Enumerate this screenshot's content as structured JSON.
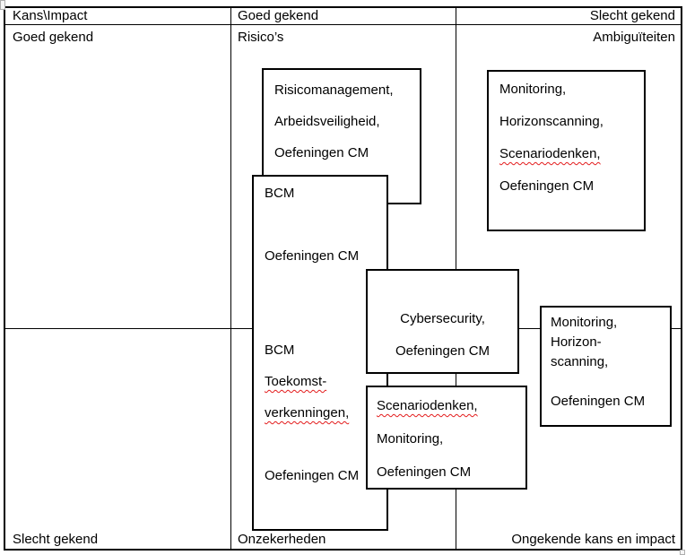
{
  "matrix": {
    "header": {
      "corner": "Kans\\Impact",
      "col_goed": "Goed gekend",
      "col_slecht": "Slecht gekend"
    },
    "rows": {
      "top": {
        "label": "Goed gekend",
        "goed_cell": "Risico’s",
        "slecht_cell": "Ambiguïteiten"
      },
      "bottom": {
        "label": "Slecht gekend",
        "goed_cell": "Onzekerheden",
        "slecht_cell": "Ongekende kans en impact"
      }
    }
  },
  "boxes": [
    {
      "id": "risk",
      "lines": [
        {
          "text": "Risicomanagement,",
          "misspelled": false
        },
        {
          "text": "Arbeidsveiligheid,",
          "misspelled": false
        },
        {
          "text": "Oefeningen CM",
          "misspelled": false
        }
      ]
    },
    {
      "id": "bcm",
      "lines": [
        {
          "text": "BCM",
          "misspelled": false
        },
        {
          "text": "",
          "misspelled": false
        },
        {
          "text": "Oefeningen CM",
          "misspelled": false
        },
        {
          "text": "",
          "misspelled": false
        },
        {
          "text": "",
          "misspelled": false
        },
        {
          "text": "BCM",
          "misspelled": false
        },
        {
          "text": "Toekomst-",
          "misspelled": true
        },
        {
          "text": "verkenningen,",
          "misspelled": true
        },
        {
          "text": "",
          "misspelled": false
        },
        {
          "text": "Oefeningen CM",
          "misspelled": false
        }
      ]
    },
    {
      "id": "topright",
      "lines": [
        {
          "text": "Monitoring,",
          "misspelled": false
        },
        {
          "text": "Horizonscanning,",
          "misspelled": false
        },
        {
          "text": "Scenariodenken,",
          "misspelled": true
        },
        {
          "text": "Oefeningen CM",
          "misspelled": false
        }
      ]
    },
    {
      "id": "cyber",
      "lines": [
        {
          "text": "Cybersecurity,",
          "misspelled": false
        },
        {
          "text": "Oefeningen CM",
          "misspelled": false
        }
      ]
    },
    {
      "id": "scen",
      "lines": [
        {
          "text": "Scenariodenken,",
          "misspelled": true
        },
        {
          "text": "Monitoring,",
          "misspelled": false
        },
        {
          "text": "Oefeningen CM",
          "misspelled": false
        }
      ]
    },
    {
      "id": "rightmid",
      "lines": [
        {
          "text": "Monitoring,",
          "misspelled": false
        },
        {
          "text": "Horizon-",
          "misspelled": false
        },
        {
          "text": "scanning,",
          "misspelled": false
        },
        {
          "text": "",
          "misspelled": false
        },
        {
          "text": "Oefeningen CM",
          "misspelled": false
        }
      ]
    }
  ],
  "colors": {
    "border": "#000000",
    "text": "#000000",
    "misspelling_underline": "#e31b1c",
    "background": "#ffffff"
  }
}
